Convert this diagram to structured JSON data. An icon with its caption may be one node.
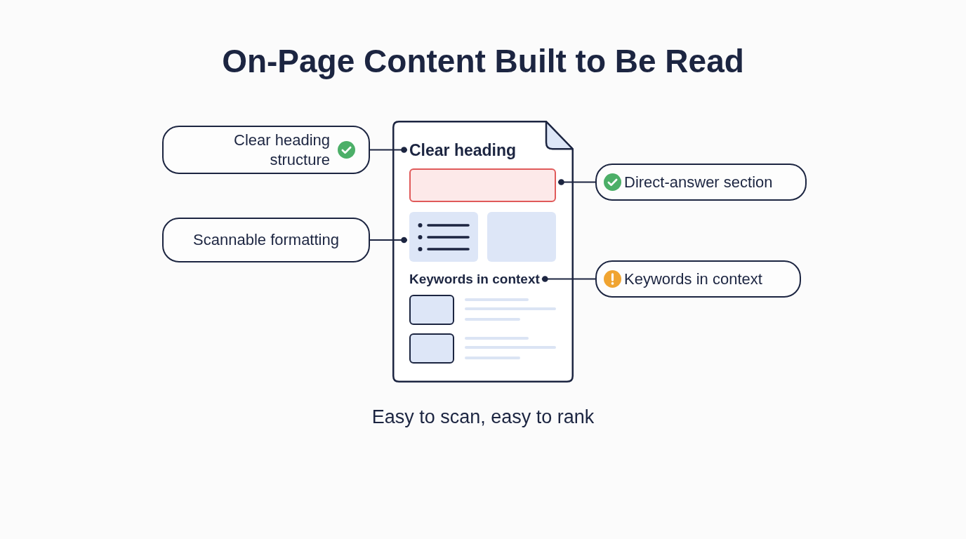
{
  "diagram": {
    "title": "On-Page Content Built to Be Read",
    "caption": "Easy to scan, easy to rank",
    "nodes": [
      {
        "text": [
          "Clear heading structure"
        ]
      },
      {
        "text": [
          "Scannable formatting"
        ]
      },
      {
        "text": [],
        "shape": "document"
      },
      {
        "text": [
          "Clear heading"
        ],
        "in": 2
      },
      {
        "text": [],
        "shape": "box",
        "in": 2
      },
      {
        "text": [],
        "shape": "box",
        "in": 2
      },
      {
        "text": [],
        "shape": "box",
        "in": 2
      },
      {
        "text": [
          "Keywords in context"
        ],
        "in": 2
      },
      {
        "text": [
          "Direct-answer section"
        ]
      },
      {
        "text": [
          "Keywords in context"
        ]
      }
    ],
    "edges": [
      {
        "from": 0,
        "to": 3,
        "arrow": "other"
      },
      {
        "from": 1,
        "to": 5,
        "arrow": "other"
      },
      {
        "from": 8,
        "to": 4,
        "arrow": "other"
      },
      {
        "from": 9,
        "to": 7,
        "arrow": "other"
      }
    ]
  }
}
